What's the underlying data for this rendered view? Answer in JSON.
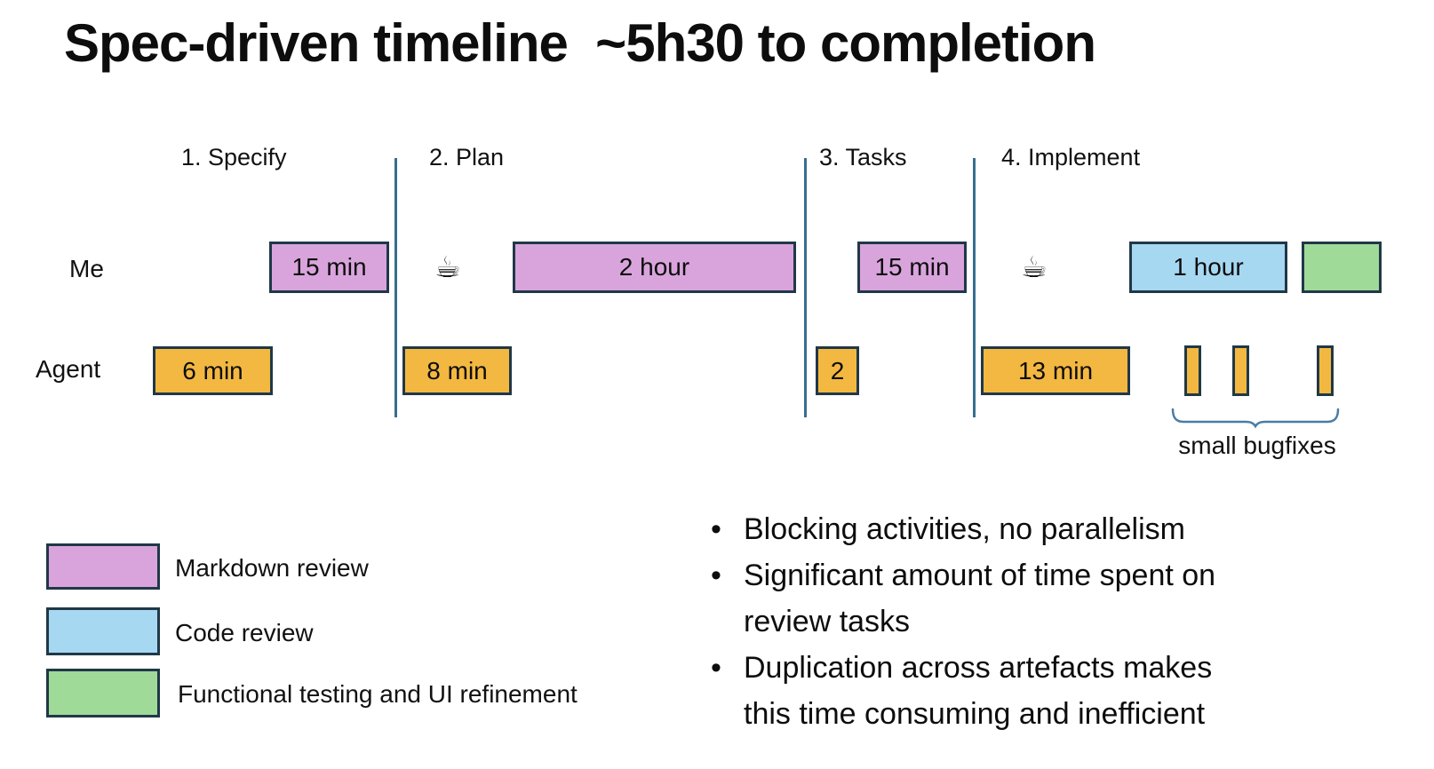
{
  "title": "Spec-driven timeline  ~5h30 to completion",
  "phases": {
    "specify": "1. Specify",
    "plan": "2. Plan",
    "tasks": "3. Tasks",
    "implement": "4. Implement"
  },
  "rows": {
    "me": "Me",
    "agent": "Agent"
  },
  "colors": {
    "markdown_review": "#d9a4dc",
    "code_review": "#a7d8f2",
    "functional_testing": "#9fda98",
    "agent_work": "#f3b841",
    "box_border": "#203848",
    "divider": "#376e90",
    "brace": "#4a7ca3"
  },
  "bars": {
    "me_specify": {
      "label": "15 min",
      "category": "Markdown review"
    },
    "coffee_plan": {
      "glyph": "☕",
      "meaning": "coffee break while agent works"
    },
    "me_plan": {
      "label": "2 hour",
      "category": "Markdown review"
    },
    "me_tasks": {
      "label": "15 min",
      "category": "Markdown review"
    },
    "coffee_implement": {
      "glyph": "☕",
      "meaning": "coffee break while agent works"
    },
    "me_implement_code": {
      "label": "1 hour",
      "category": "Code review"
    },
    "me_implement_test": {
      "label": "",
      "category": "Functional testing and UI refinement"
    },
    "agent_specify": {
      "label": "6 min"
    },
    "agent_plan": {
      "label": "8 min"
    },
    "agent_tasks": {
      "label": "2"
    },
    "agent_implement": {
      "label": "13 min"
    }
  },
  "bugfixes": {
    "label": "small bugfixes",
    "bar_count": 3
  },
  "legend": {
    "items": [
      {
        "label": "Markdown review",
        "color": "#d9a4dc"
      },
      {
        "label": "Code review",
        "color": "#a7d8f2"
      },
      {
        "label": "Functional testing and UI refinement",
        "color": "#9fda98"
      }
    ]
  },
  "bullets": {
    "items": [
      {
        "text": "Blocking activities, no parallelism"
      },
      {
        "text": "Significant amount of time spent on\nreview tasks"
      },
      {
        "text": "Duplication across artefacts makes\nthis time consuming and inefficient"
      }
    ]
  }
}
